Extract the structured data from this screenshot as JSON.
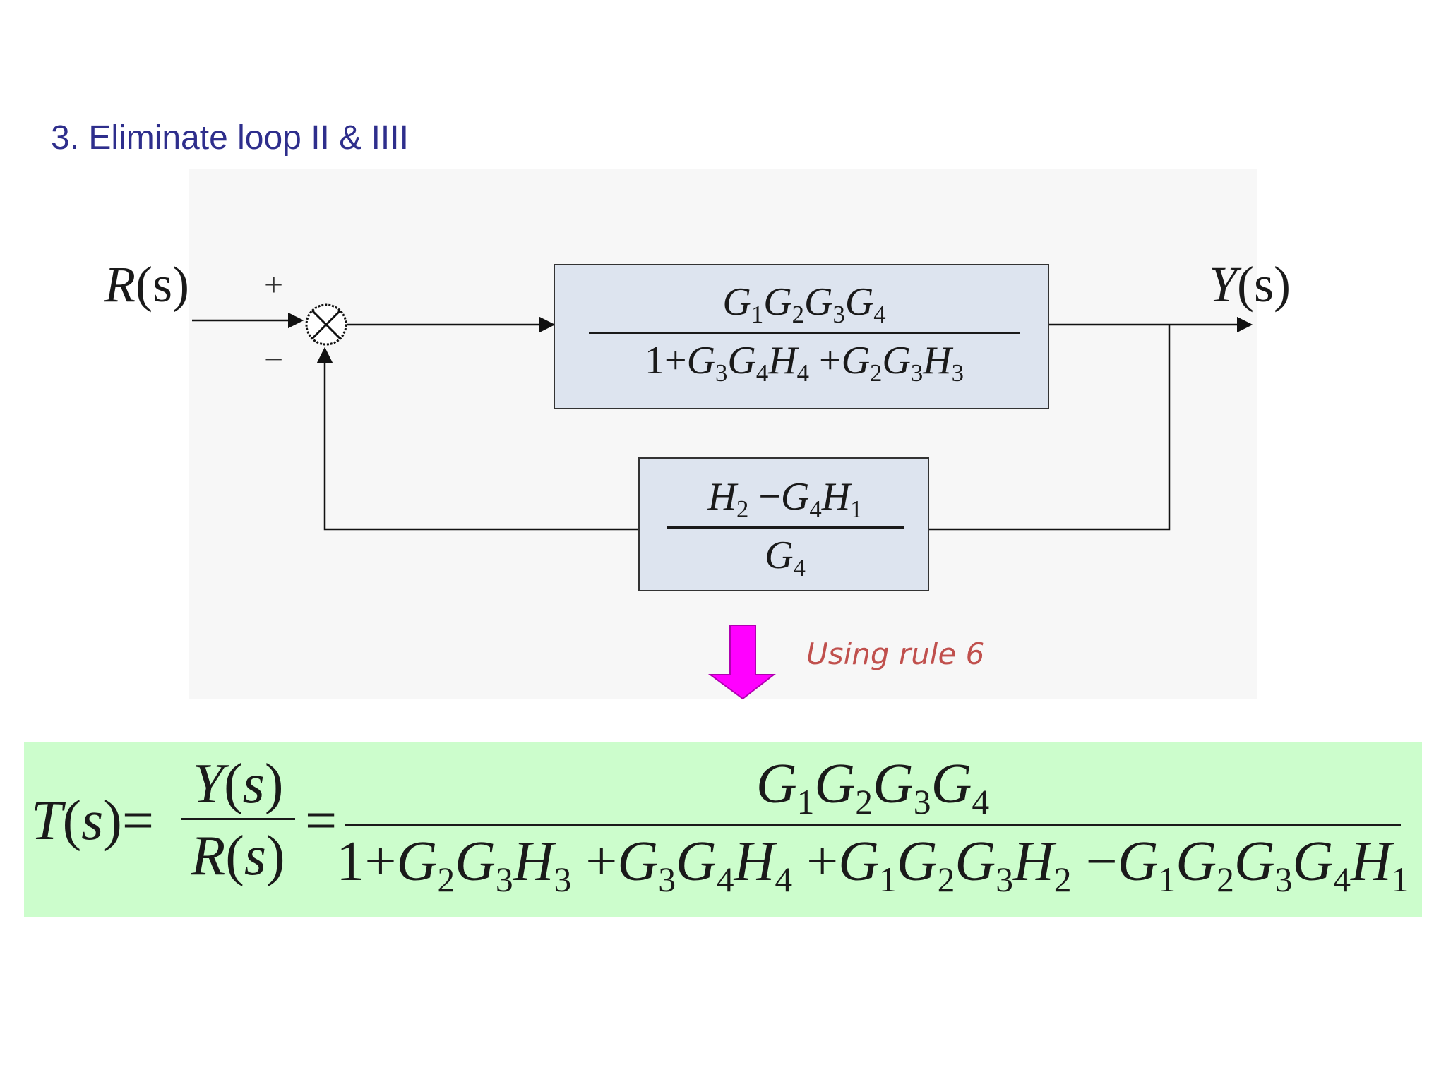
{
  "slide": {
    "title": "3. Eliminate loop II & IIII"
  },
  "diagram": {
    "input": {
      "var": "R",
      "arg": "(s)"
    },
    "output": {
      "var": "Y",
      "arg": "(s)"
    },
    "summing_junction": {
      "plus": "+",
      "minus": "−"
    },
    "forward_block": {
      "numerator": "G1G2G3G4",
      "denominator": "1+G3G4H4 +G2G3H3"
    },
    "feedback_block": {
      "numerator": "H2 −G4H1",
      "denominator": "G4"
    },
    "arrow_color": "#ff00ff",
    "rule_text": "Using rule 6"
  },
  "result": {
    "lhs": "T(s)",
    "ratio_numerator": "Y(s)",
    "ratio_denominator": "R(s)",
    "numerator": "G1G2G3G4",
    "denominator": "1+G2G3H3 +G3G4H4 +G1G2G3H2 −G1G2G3G4H1",
    "panel_color": "#ccfdcc"
  }
}
